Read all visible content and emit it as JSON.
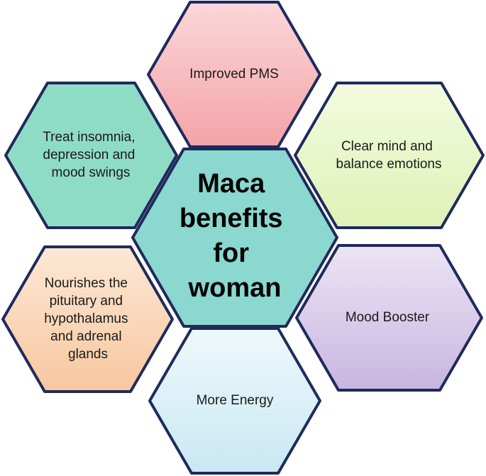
{
  "center": {
    "lines": [
      "Maca",
      "benefits",
      "for",
      "woman"
    ],
    "color": "#8ad8d0"
  },
  "benefits": [
    {
      "id": "pms",
      "lines": [
        "Improved PMS"
      ],
      "color_top": "#fbd7d9",
      "color_bottom": "#f3a3a7"
    },
    {
      "id": "clear-mind",
      "lines": [
        "Clear mind and",
        "balance emotions"
      ],
      "color_top": "#f3fbdf",
      "color_bottom": "#dff2b6"
    },
    {
      "id": "mood-booster",
      "lines": [
        "Mood Booster"
      ],
      "color_top": "#ece4f5",
      "color_bottom": "#c7b6e0"
    },
    {
      "id": "more-energy",
      "lines": [
        "More Energy"
      ],
      "color_top": "#eef8fc",
      "color_bottom": "#c9e8f2"
    },
    {
      "id": "nourishes",
      "lines": [
        "Nourishes the",
        "pituitary and",
        "hypothalamus",
        "and adrenal",
        "glands"
      ],
      "color_top": "#fde8d6",
      "color_bottom": "#f7c79f"
    },
    {
      "id": "insomnia",
      "lines": [
        "Treat insomnia,",
        "depression and",
        "mood swings"
      ],
      "color_top": "#8fdcc6",
      "color_bottom": "#8fdcc6"
    }
  ]
}
